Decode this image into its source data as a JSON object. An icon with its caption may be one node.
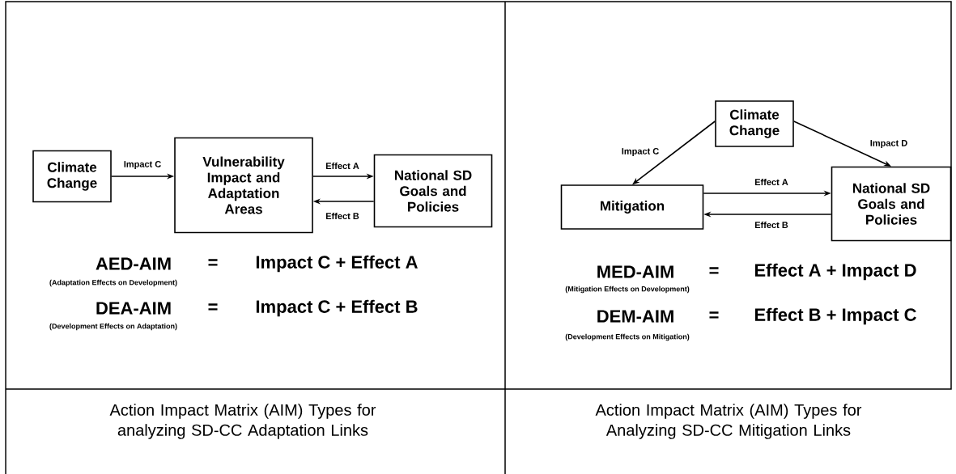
{
  "diagram": {
    "nodes": [
      {
        "text": [
          "Climate Change"
        ]
      },
      {
        "text": [
          "Vulnerability Impact and Adaptation Areas"
        ]
      },
      {
        "text": [
          "National SD Goals and Policies"
        ]
      },
      {
        "text": [
          "Climate Change"
        ]
      },
      {
        "text": [
          "Mitigation"
        ]
      },
      {
        "text": [
          "National SD Goals and Policies"
        ]
      }
    ],
    "edges": [
      {
        "from": 0,
        "to": 1,
        "arrow": "to",
        "label": "Impact C"
      },
      {
        "from": 1,
        "to": 2,
        "arrow": "to",
        "label": "Effect A"
      },
      {
        "from": 2,
        "to": 1,
        "arrow": "to",
        "label": "Effect B"
      },
      {
        "from": 3,
        "to": 4,
        "arrow": "to",
        "label": "Impact C"
      },
      {
        "from": 3,
        "to": 5,
        "arrow": "to",
        "label": "Impact D"
      },
      {
        "from": 4,
        "to": 5,
        "arrow": "to",
        "label": "Effect A"
      },
      {
        "from": 5,
        "to": 4,
        "arrow": "to",
        "label": "Effect B"
      }
    ],
    "labels": [
      "AED-AIM",
      "=",
      "Impact C + Effect A",
      "(Adaptation Effects on Development)",
      "DEA-AIM",
      "=",
      "Impact C + Effect B",
      "(Development Effects on Adaptation)",
      "MED-AIM",
      "=",
      "Effect A + Impact D",
      "(Mitigation Effects on Development)",
      "DEM-AIM",
      "=",
      "Effect B + Impact C",
      "(Development Effects on Mitigation)",
      "Action Impact Matrix (AIM) Types for analyzing SD-CC Adaptation Links",
      "Action Impact Matrix (AIM) Types for Analyzing SD-CC Mitigation Links"
    ]
  }
}
